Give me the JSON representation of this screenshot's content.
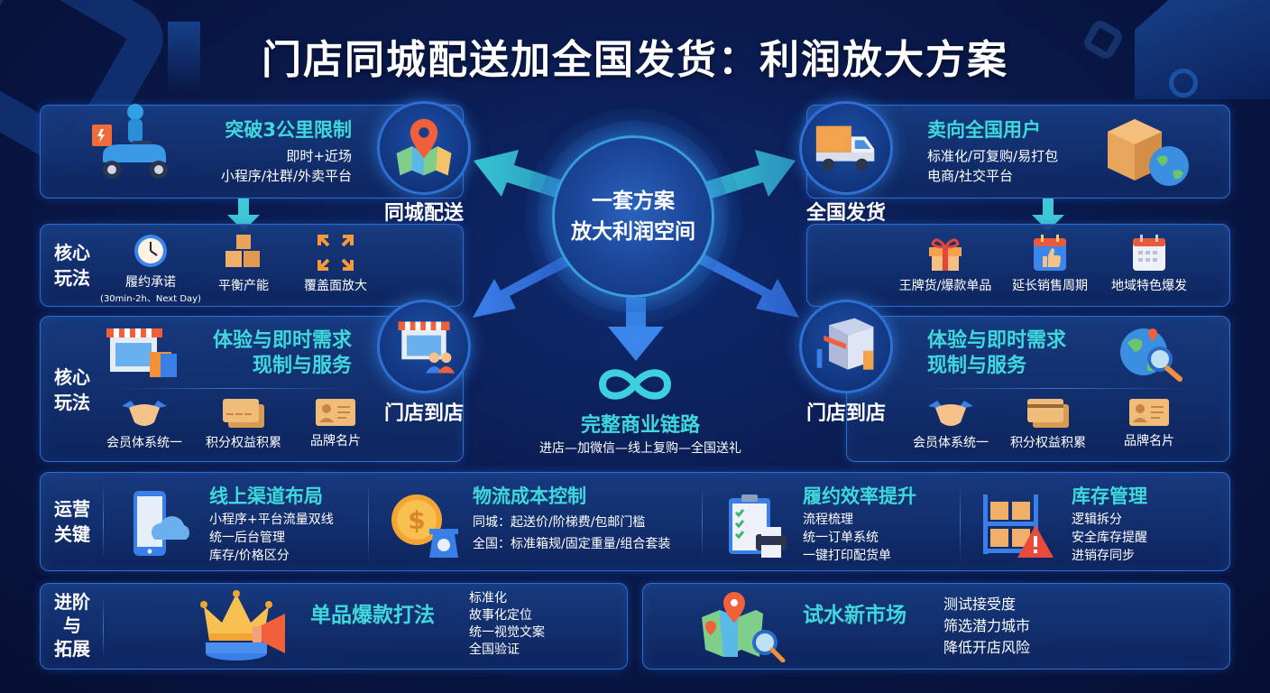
{
  "title": "门店同城配送加全国发货：利润放大方案",
  "center": {
    "line1": "一套方案",
    "line2": "放大利润空间"
  },
  "chain": {
    "title": "完整商业链路",
    "flow": "进店—加微信—线上复购—全国送礼"
  },
  "local_delivery": {
    "circle_label": "同城配送",
    "heading": "突破3公里限制",
    "lines": [
      "即时+近场",
      "小程序/社群/外卖平台"
    ],
    "core_label": "核心\n玩法",
    "core_label_lines": [
      "核心",
      "玩法"
    ],
    "core_items": [
      {
        "icon": "clock-icon",
        "label": "履约承诺",
        "sub": "(30min-2h、Next Day)"
      },
      {
        "icon": "boxes-icon",
        "label": "平衡产能"
      },
      {
        "icon": "expand-arrows-icon",
        "label": "覆盖面放大"
      }
    ]
  },
  "national_shipping": {
    "circle_label": "全国发货",
    "heading": "卖向全国用户",
    "lines": [
      "标准化/可复购/易打包",
      "电商/社交平台"
    ],
    "core_items": [
      {
        "icon": "gift-icon",
        "label": "王牌货/爆款单品"
      },
      {
        "icon": "calendar-thumbs-up-icon",
        "label": "延长销售周期"
      },
      {
        "icon": "calendar-icon",
        "label": "地域特色爆发"
      }
    ]
  },
  "store_left": {
    "circle_label": "门店到店",
    "side_label_lines": [
      "核心",
      "玩法"
    ],
    "heading_lines": [
      "体验与即时需求",
      "现制与服务"
    ],
    "items": [
      {
        "icon": "handshake-icon",
        "label": "会员体系统一"
      },
      {
        "icon": "card-icon",
        "label": "积分权益积累"
      },
      {
        "icon": "id-card-icon",
        "label": "品牌名片"
      }
    ]
  },
  "store_right": {
    "circle_label": "门店到店",
    "heading_lines": [
      "体验与即时需求",
      "现制与服务"
    ],
    "items": [
      {
        "icon": "handshake-icon",
        "label": "会员体系统一"
      },
      {
        "icon": "card-icon",
        "label": "积分权益积累"
      },
      {
        "icon": "id-card-icon",
        "label": "品牌名片"
      }
    ]
  },
  "operations": {
    "side_label_lines": [
      "运营",
      "关键"
    ],
    "columns": [
      {
        "icon": "phone-cloud-icon",
        "heading": "线上渠道布局",
        "lines": [
          "小程序+平台流量双线",
          "统一后台管理",
          "库存/价格区分"
        ]
      },
      {
        "icon": "coin-scale-icon",
        "heading": "物流成本控制",
        "lines": [
          "同城：起送价/阶梯费/包邮门槛",
          "全国：标准箱规/固定重量/组合套装"
        ]
      },
      {
        "icon": "clipboard-printer-icon",
        "heading": "履约效率提升",
        "lines": [
          "流程梳理",
          "统一订单系统",
          "一键打印配货单"
        ]
      },
      {
        "icon": "shelf-warning-icon",
        "heading": "库存管理",
        "lines": [
          "逻辑拆分",
          "安全库存提醒",
          "进销存同步"
        ]
      }
    ]
  },
  "advanced": {
    "side_label_lines": [
      "进阶",
      "与",
      "拓展"
    ],
    "left": {
      "icon": "crown-megaphone-icon",
      "heading": "单品爆款打法",
      "lines": [
        "标准化",
        "故事化定位",
        "统一视觉文案",
        "全国验证"
      ]
    },
    "right": {
      "icon": "map-search-icon",
      "heading": "试水新市场",
      "lines": [
        "测试接受度",
        "筛选潜力城市",
        "降低开店风险"
      ]
    }
  },
  "colors": {
    "accent_cyan": "#3fd8dc",
    "panel_border": "#2d6dd0",
    "background": "#0a1a4d",
    "arrow_teal": "#3fc7d6",
    "arrow_blue": "#3a7ee8"
  }
}
